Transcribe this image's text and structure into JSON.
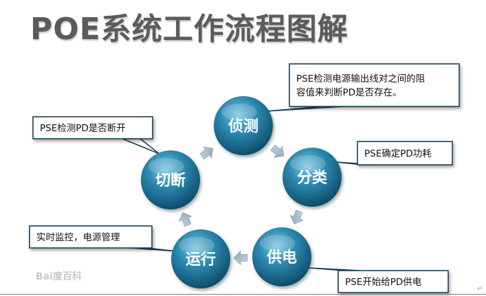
{
  "title": "POE系统工作流程图解",
  "nodes": [
    {
      "id": "detect",
      "label": "侦测"
    },
    {
      "id": "classify",
      "label": "分类"
    },
    {
      "id": "power",
      "label": "供电"
    },
    {
      "id": "run",
      "label": "运行"
    },
    {
      "id": "cut",
      "label": "切断"
    }
  ],
  "callouts": [
    {
      "id": "detect",
      "lines": [
        "PSE检测电源输出线对之间的阻",
        "容值来判断PD是否存在。"
      ]
    },
    {
      "id": "classify",
      "lines": [
        "PSE确定PD功耗"
      ]
    },
    {
      "id": "power",
      "lines": [
        "PSE开始给PD供电"
      ]
    },
    {
      "id": "run",
      "lines": [
        "实时监控，电源管理"
      ]
    },
    {
      "id": "cut",
      "lines": [
        "PSE检测PD是否断开"
      ]
    }
  ],
  "watermark": "Bai度百科",
  "return_mark": "↵",
  "colors": {
    "node_light": "#5fb6d6",
    "node_mid": "#2a86ad",
    "node_dark": "#0f4f6e",
    "callout_border": "#1c3f55",
    "arrow": "#9fb8c8"
  }
}
